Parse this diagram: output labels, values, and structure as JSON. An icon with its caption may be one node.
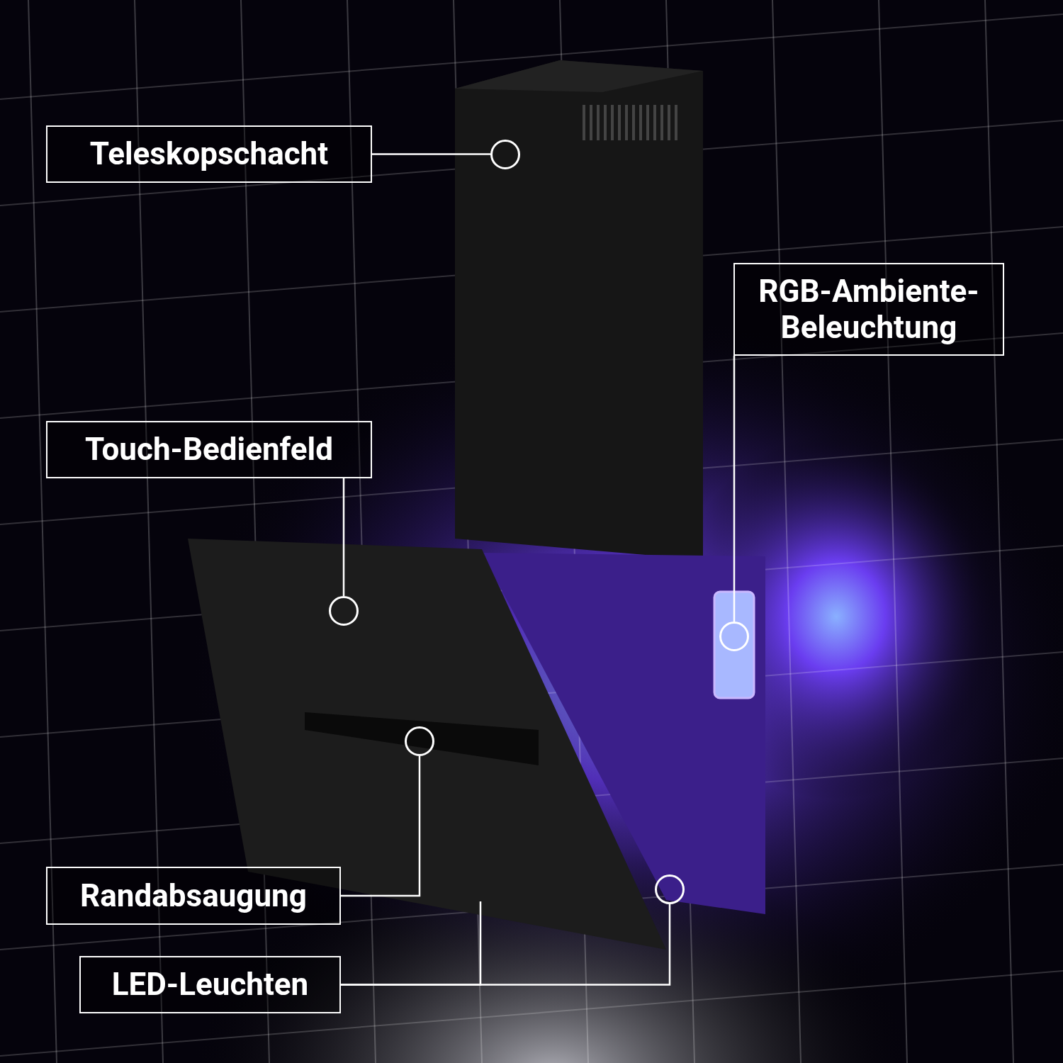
{
  "diagram": {
    "nodes": [
      {
        "text": [
          "Teleskopschacht"
        ]
      },
      {
        "text": [
          "Touch-Bedienfeld"
        ]
      },
      {
        "text": [
          "RGB-Ambiente-Beleuchtung"
        ]
      },
      {
        "text": [
          "Randabsaugung"
        ]
      },
      {
        "text": [
          "LED-Leuchten"
        ]
      },
      {
        "text": [],
        "shape": "circle"
      },
      {
        "text": [],
        "shape": "circle"
      },
      {
        "text": [],
        "shape": "circle"
      },
      {
        "text": [],
        "shape": "circle"
      },
      {
        "text": [],
        "shape": "circle"
      }
    ],
    "edges": [
      {
        "from": 0,
        "to": 5,
        "arrow": "none"
      },
      {
        "from": 1,
        "to": 6,
        "arrow": "none"
      },
      {
        "from": 2,
        "to": 7,
        "arrow": "none"
      },
      {
        "from": 3,
        "to": 8,
        "arrow": "none"
      },
      {
        "from": 4,
        "to": 9,
        "arrow": "none"
      },
      {
        "from": 4,
        "to": null,
        "arrow": "none"
      }
    ]
  }
}
